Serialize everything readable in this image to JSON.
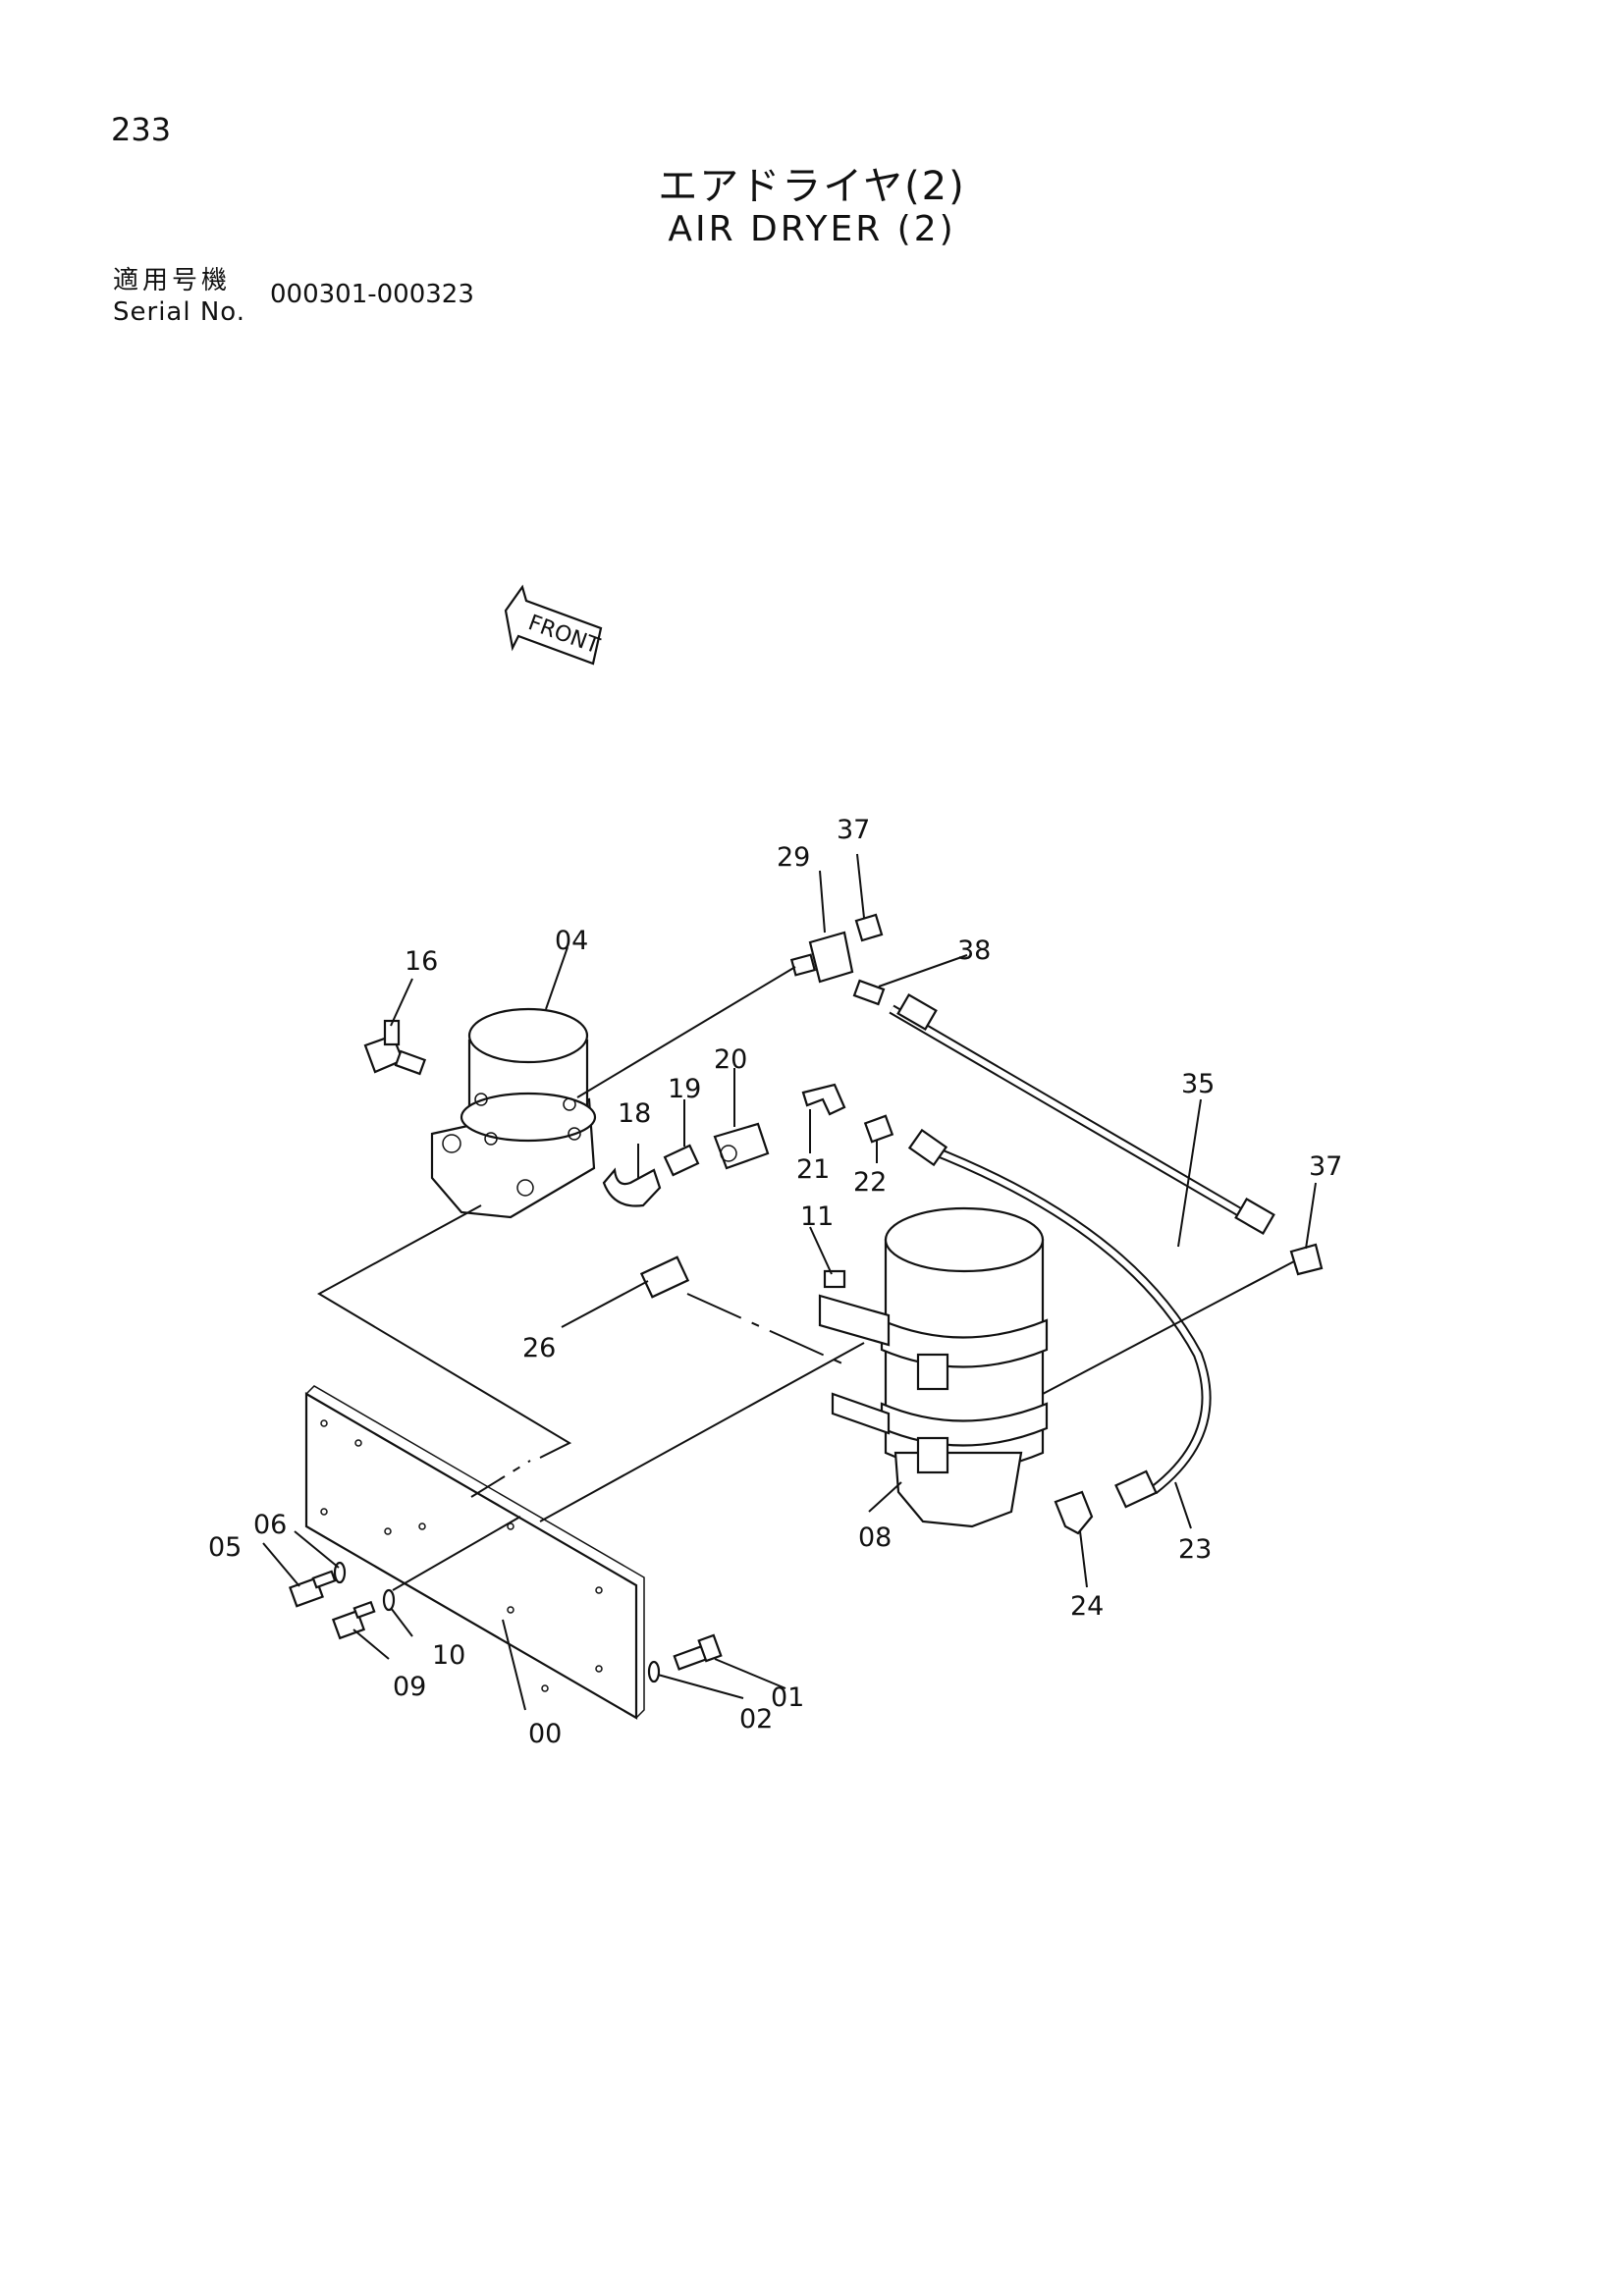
{
  "page_number": "233",
  "title_jp": "エアドライヤ(2)",
  "title_en": "AIR DRYER (2)",
  "serial": {
    "label_jp": "適用号機",
    "label_en": "Serial No.",
    "range": "000301-000323"
  },
  "front_label": "FRONT",
  "part_labels": {
    "p00": "00",
    "p01": "01",
    "p02": "02",
    "p04": "04",
    "p05": "05",
    "p06": "06",
    "p08": "08",
    "p09": "09",
    "p10": "10",
    "p11": "11",
    "p16": "16",
    "p18": "18",
    "p19": "19",
    "p20": "20",
    "p21": "21",
    "p22": "22",
    "p23": "23",
    "p24": "24",
    "p26": "26",
    "p29": "29",
    "p35": "35",
    "p37a": "37",
    "p37b": "37",
    "p38": "38"
  }
}
